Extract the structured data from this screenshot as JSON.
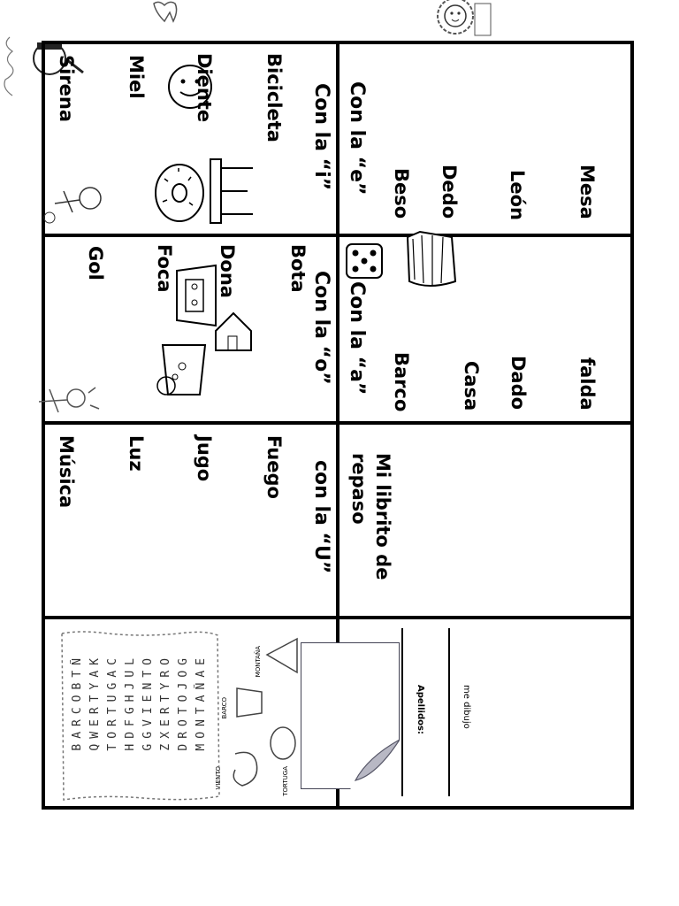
{
  "booklet": {
    "title": "Mi librito de repaso",
    "panels": {
      "e": {
        "heading": "Con la “e”",
        "words": [
          "Beso",
          "Dedo",
          "León",
          "Mesa"
        ]
      },
      "a": {
        "heading": "Con la “a”",
        "words": [
          "Barco",
          "Casa",
          "Dado",
          "falda"
        ]
      },
      "i": {
        "heading": "Con la “i”",
        "words": [
          "Bicicleta",
          "Diente",
          "Miel",
          "Sirena"
        ]
      },
      "o": {
        "heading": "Con la “o”",
        "words": [
          "Bota",
          "Dona",
          "Foca",
          "Gol"
        ]
      },
      "u": {
        "heading": "con la “U”",
        "words": [
          "Fuego",
          "Jugo",
          "Luz",
          "Música"
        ]
      }
    },
    "back": {
      "apellidos_label": "Apellidos:",
      "drawing_label": "me dibujo"
    },
    "wordsearch": {
      "words": [
        "MONTAÑA",
        "BARCO",
        "VIENTO",
        "TORTUGA"
      ],
      "rows": [
        "MONTAÑAE",
        "DROTOJOG",
        "ZXERTYRO",
        "GGVIENTO",
        "HDFGHJUL",
        "TORTUGAC",
        "QWERTYAK",
        "BARCOBTÑ"
      ]
    }
  }
}
